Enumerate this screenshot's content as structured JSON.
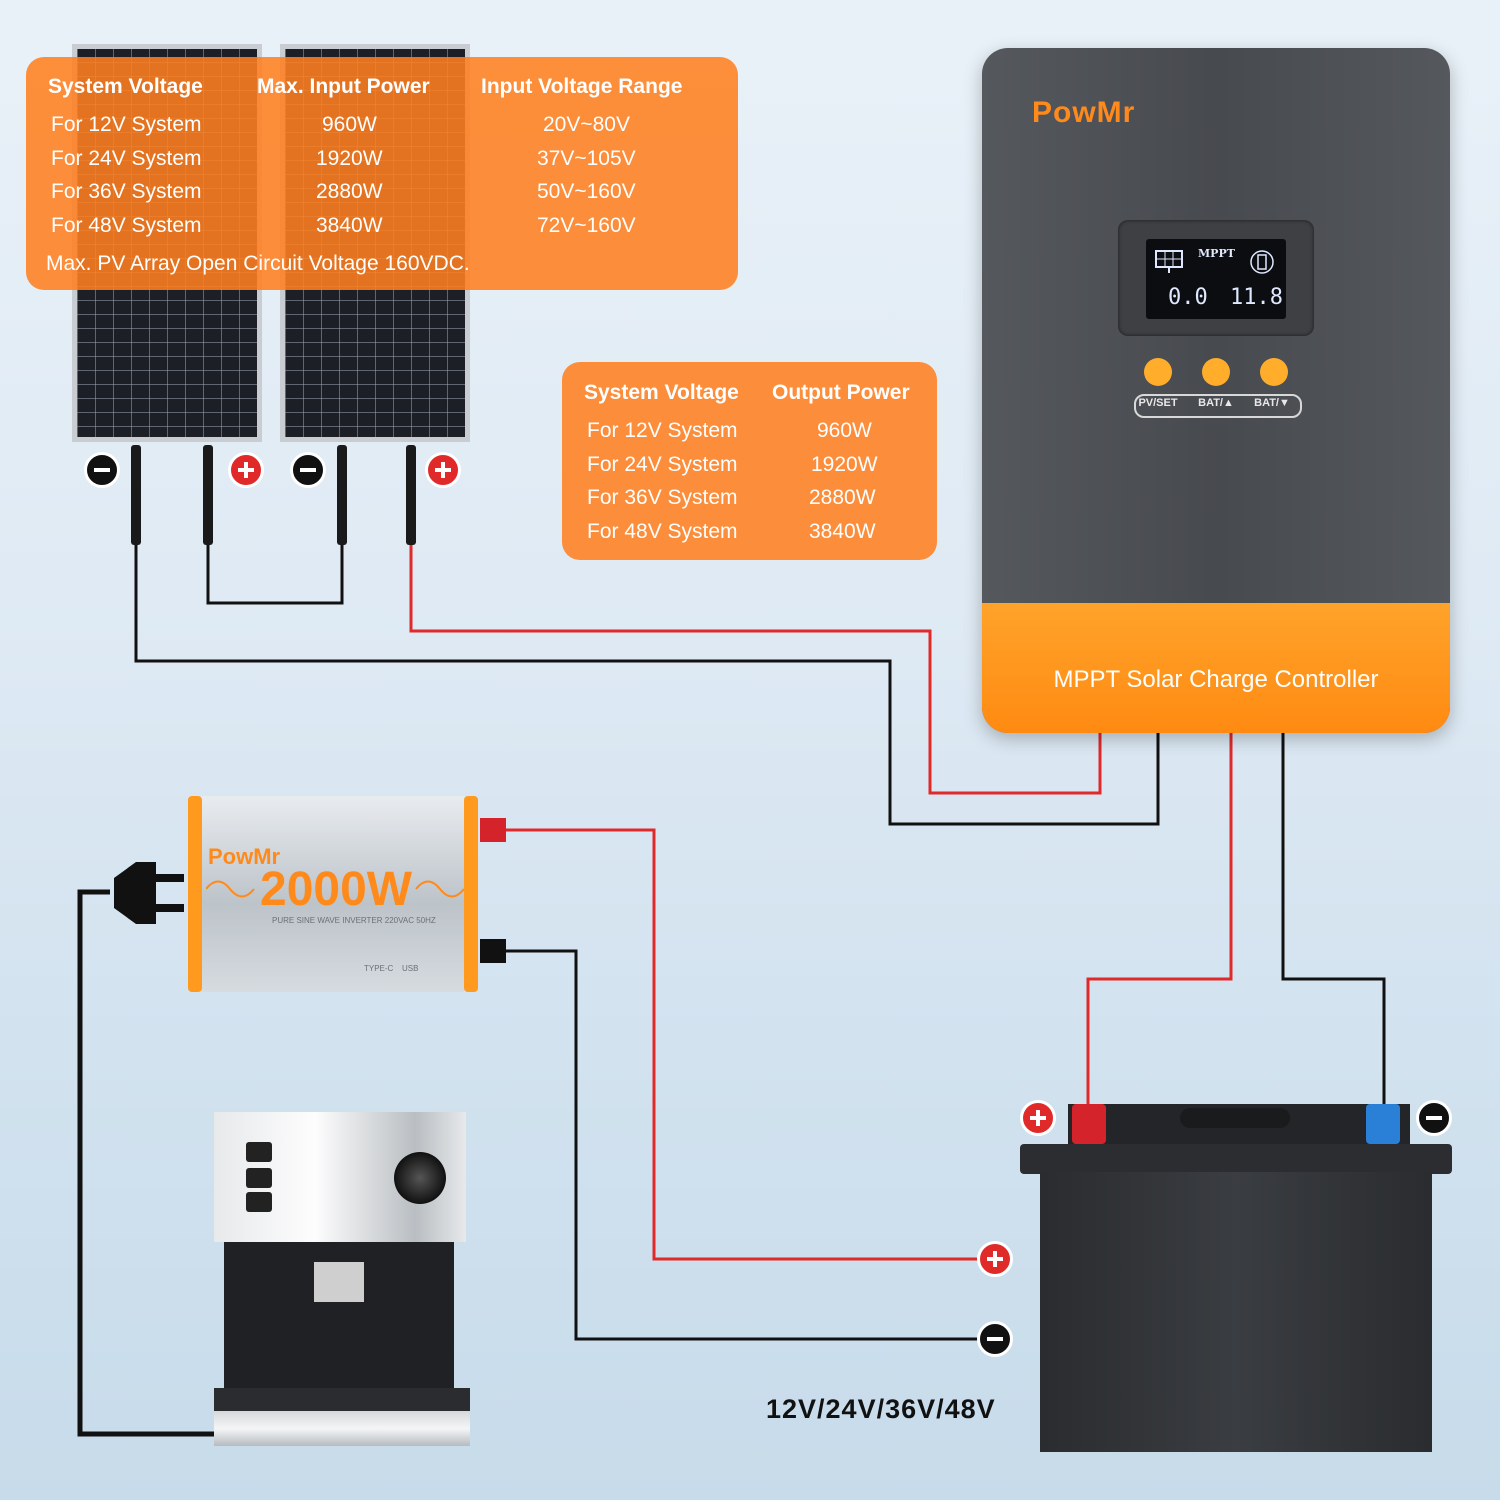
{
  "input_table": {
    "headers": [
      "System Voltage",
      "Max. Input Power",
      "Input Voltage Range"
    ],
    "rows": [
      [
        "For 12V System",
        "960W",
        "20V~80V"
      ],
      [
        "For 24V System",
        "1920W",
        "37V~105V"
      ],
      [
        "For 36V System",
        "2880W",
        "50V~160V"
      ],
      [
        "For 48V System",
        "3840W",
        "72V~160V"
      ]
    ],
    "note": "Max. PV Array Open Circuit Voltage 160VDC."
  },
  "output_table": {
    "headers": [
      "System Voltage",
      "Output Power"
    ],
    "rows": [
      [
        "For 12V System",
        "960W"
      ],
      [
        "For 24V System",
        "1920W"
      ],
      [
        "For 36V System",
        "2880W"
      ],
      [
        "For 48V System",
        "3840W"
      ]
    ]
  },
  "controller": {
    "brand": "PowMr",
    "model": "MPPT Solar Charge Controller",
    "screen_label": "MPPT",
    "screen_value_1": "0.0",
    "screen_value_2": "11.8",
    "buttons": [
      "PV/SET",
      "BAT/▲",
      "BAT/▼"
    ]
  },
  "inverter": {
    "brand": "PowMr",
    "power": "2000W",
    "subtitle": "PURE SINE WAVE INVERTER 220VAC 50HZ",
    "ports": [
      "TYPE-C",
      "USB"
    ]
  },
  "battery": {
    "voltage_label": "12V/24V/36V/48V"
  },
  "colors": {
    "accent_orange": "#ff8a1c",
    "wire_positive": "#e02a2a",
    "wire_negative": "#111111",
    "controller_body": "#4b4e53"
  }
}
